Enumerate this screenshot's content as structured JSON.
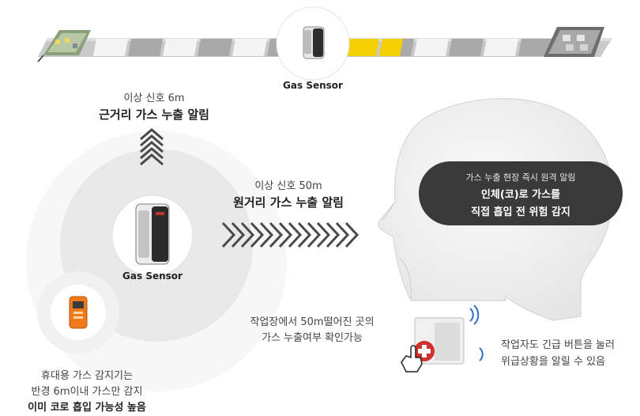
{
  "top_sensor": {
    "label": "Gas Sensor"
  },
  "center_sensor": {
    "label": "Gas Sensor"
  },
  "near_alarm": {
    "distance": "이상 신호 6m",
    "title": "근거리 가스 누출 알림"
  },
  "far_alarm": {
    "distance": "이상 신호 50m",
    "title": "원거리 가스 누출 알림"
  },
  "bubble": {
    "line1": "가스 누출 현장 즉시 원격 알림",
    "line2": "인체(코)로 가스를",
    "line3": "직접 흡입 전 위험 감지"
  },
  "remote_check": {
    "line1": "작업장에서 50m떨어진 곳의",
    "line2": "가스 누출여부 확인가능"
  },
  "emergency": {
    "line1": "작업자도 긴급 버튼을 눌러",
    "line2": "위급상황을 알릴 수 있음"
  },
  "portable": {
    "line1": "휴대용 가스 감지기는",
    "line2": "반경 6m이내 가스만 감지",
    "line3": "이미 코로 흡입 가능성 높음"
  },
  "colors": {
    "bubble_bg": "#3a3a3a",
    "highlight_segment": "#f5d000",
    "track": "#c8c8c8",
    "detector_orange": "#f07a1a",
    "arrow_gray": "#4a4a4a"
  }
}
